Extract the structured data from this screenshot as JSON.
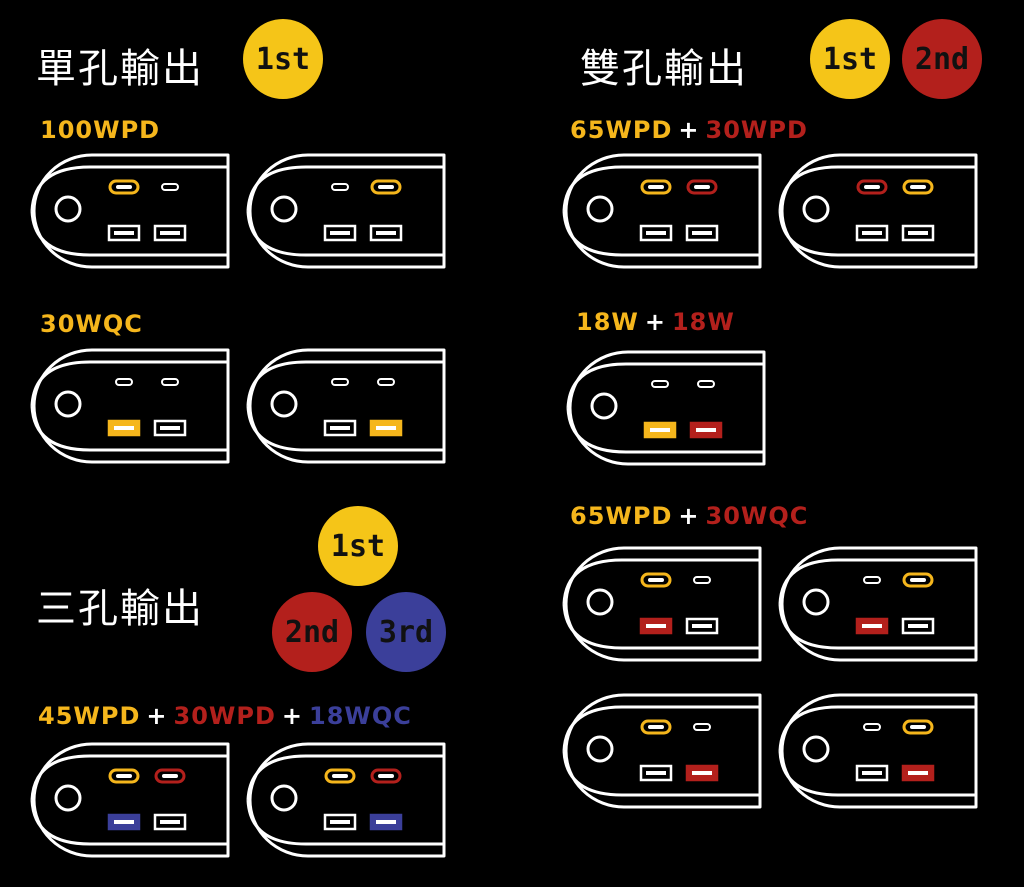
{
  "colors": {
    "yellow": "#f5b61c",
    "red": "#b3201c",
    "blue": "#3b3f9a",
    "white": "#ffffff",
    "background": "#000000"
  },
  "sections": {
    "single": {
      "title": "單孔輸出",
      "badges": [
        {
          "text": "1st",
          "color": "#f5c518"
        }
      ],
      "groups": [
        {
          "label": [
            {
              "text": "100WPD",
              "color": "yellow"
            }
          ]
        },
        {
          "label": [
            {
              "text": "30WQC",
              "color": "yellow"
            }
          ]
        }
      ]
    },
    "double": {
      "title": "雙孔輸出",
      "badges": [
        {
          "text": "1st",
          "color": "#f5c518"
        },
        {
          "text": "2nd",
          "color": "#b3201c"
        }
      ],
      "groups": [
        {
          "label": [
            {
              "text": "65WPD",
              "color": "yellow"
            },
            {
              "text": "+",
              "color": "white"
            },
            {
              "text": "30WPD",
              "color": "red"
            }
          ]
        },
        {
          "label": [
            {
              "text": "18W",
              "color": "yellow"
            },
            {
              "text": "+",
              "color": "white"
            },
            {
              "text": "18W",
              "color": "red"
            }
          ]
        },
        {
          "label": [
            {
              "text": "65WPD",
              "color": "yellow"
            },
            {
              "text": "+",
              "color": "white"
            },
            {
              "text": "30WQC",
              "color": "red"
            }
          ]
        }
      ]
    },
    "triple": {
      "title": "三孔輸出",
      "badges": [
        {
          "text": "1st",
          "color": "#f5c518"
        },
        {
          "text": "2nd",
          "color": "#b3201c"
        },
        {
          "text": "3rd",
          "color": "#3b3f9a"
        }
      ],
      "groups": [
        {
          "label": [
            {
              "text": "45WPD",
              "color": "yellow"
            },
            {
              "text": "+",
              "color": "white"
            },
            {
              "text": "30WPD",
              "color": "red"
            },
            {
              "text": "+",
              "color": "white"
            },
            {
              "text": "18WQC",
              "color": "blue"
            }
          ]
        }
      ]
    }
  },
  "devices": [
    {
      "ports": {
        "c1": "yellow",
        "c2": "white",
        "a1": "white",
        "a2": "white"
      }
    },
    {
      "ports": {
        "c1": "white",
        "c2": "yellow",
        "a1": "white",
        "a2": "white"
      }
    },
    {
      "ports": {
        "c1": "white",
        "c2": "white",
        "a1": "yellow",
        "a2": "white"
      }
    },
    {
      "ports": {
        "c1": "white",
        "c2": "white",
        "a1": "white",
        "a2": "yellow"
      }
    },
    {
      "ports": {
        "c1": "yellow",
        "c2": "red",
        "a1": "blue",
        "a2": "white"
      }
    },
    {
      "ports": {
        "c1": "yellow",
        "c2": "red",
        "a1": "white",
        "a2": "blue"
      }
    },
    {
      "ports": {
        "c1": "yellow",
        "c2": "red",
        "a1": "white",
        "a2": "white"
      }
    },
    {
      "ports": {
        "c1": "red",
        "c2": "yellow",
        "a1": "white",
        "a2": "white"
      }
    },
    {
      "ports": {
        "c1": "white",
        "c2": "white",
        "a1": "yellow",
        "a2": "red"
      }
    },
    {
      "ports": {
        "c1": "yellow",
        "c2": "white",
        "a1": "red",
        "a2": "white"
      }
    },
    {
      "ports": {
        "c1": "white",
        "c2": "yellow",
        "a1": "red",
        "a2": "white"
      }
    },
    {
      "ports": {
        "c1": "yellow",
        "c2": "white",
        "a1": "white",
        "a2": "red"
      }
    },
    {
      "ports": {
        "c1": "white",
        "c2": "yellow",
        "a1": "white",
        "a2": "red"
      }
    }
  ]
}
